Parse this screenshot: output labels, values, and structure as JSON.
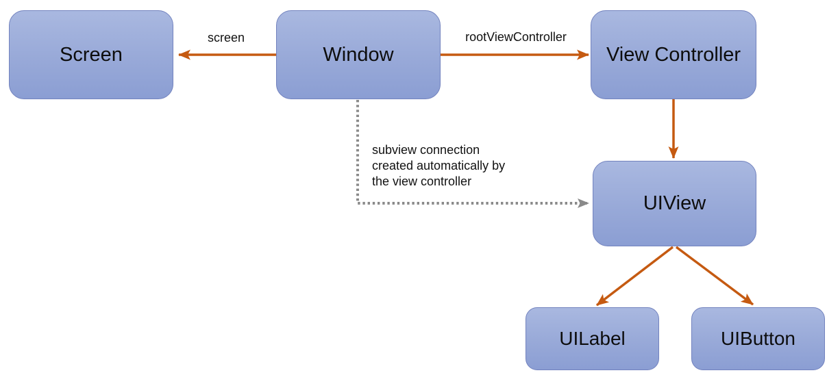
{
  "diagram": {
    "nodes": [
      {
        "id": "screen",
        "label": "Screen"
      },
      {
        "id": "window",
        "label": "Window"
      },
      {
        "id": "view-controller",
        "label": "View Controller"
      },
      {
        "id": "uiview",
        "label": "UIView"
      },
      {
        "id": "uilabel",
        "label": "UILabel"
      },
      {
        "id": "uibutton",
        "label": "UIButton"
      }
    ],
    "edges": [
      {
        "from": "window",
        "to": "screen",
        "label": "screen",
        "style": "solid"
      },
      {
        "from": "window",
        "to": "view-controller",
        "label": "rootViewController",
        "style": "solid"
      },
      {
        "from": "view-controller",
        "to": "uiview",
        "label": "",
        "style": "solid"
      },
      {
        "from": "window",
        "to": "uiview",
        "label": "subview connection created automatically by the view controller",
        "style": "dotted"
      },
      {
        "from": "uiview",
        "to": "uilabel",
        "label": "",
        "style": "solid"
      },
      {
        "from": "uiview",
        "to": "uibutton",
        "label": "",
        "style": "solid"
      }
    ],
    "annotation_lines": [
      "subview connection",
      "created automatically by",
      "the view controller"
    ]
  },
  "colors": {
    "node_fill_top": "#a9b8e0",
    "node_fill_bottom": "#8b9ed3",
    "node_border": "#7282be",
    "arrow_orange": "#c55a11",
    "arrow_gray": "#8a8a8a",
    "text": "#111111",
    "background": "#ffffff"
  }
}
